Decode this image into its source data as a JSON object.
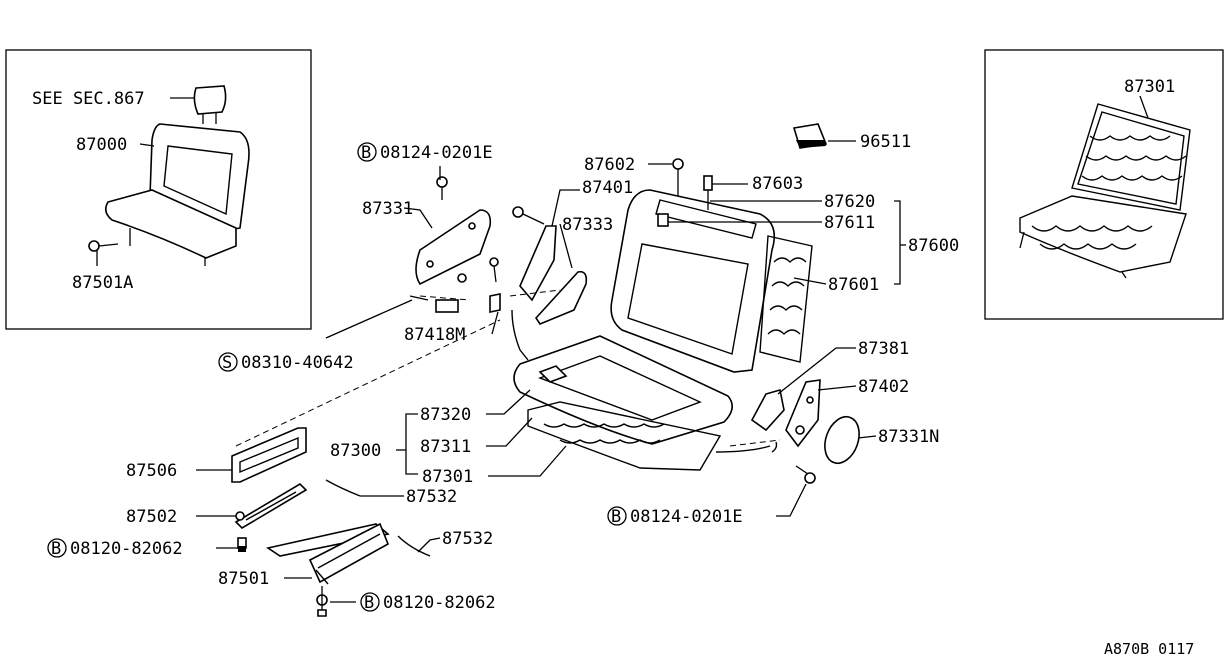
{
  "diagram": {
    "code": "A870B 0117",
    "inset_left": {
      "see_ref": "SEE SEC.867",
      "seat": "87000",
      "bolt": "87501A"
    },
    "inset_right": {
      "frame": "87301"
    },
    "callouts": {
      "bolt_b_top": "08124-0201E",
      "p87331": "87331",
      "p87602": "87602",
      "p87401": "87401",
      "p87603": "87603",
      "p87333": "87333",
      "p96511": "96511",
      "p87620": "87620",
      "p87611": "87611",
      "p87600": "87600",
      "p87601": "87601",
      "p87418m": "87418M",
      "screw_s": "08310-40642",
      "p87381": "87381",
      "p87402": "87402",
      "p87331n": "87331N",
      "p87320": "87320",
      "p87300": "87300",
      "p87311": "87311",
      "p87301": "87301",
      "p87506": "87506",
      "p87532a": "87532",
      "p87502": "87502",
      "bolt_b_bottom_right": "08124-0201E",
      "bolt_b_left": "08120-82062",
      "p87532b": "87532",
      "p87501": "87501",
      "bolt_b_bottom": "08120-82062"
    },
    "prefix_b": "B",
    "prefix_s": "S"
  }
}
